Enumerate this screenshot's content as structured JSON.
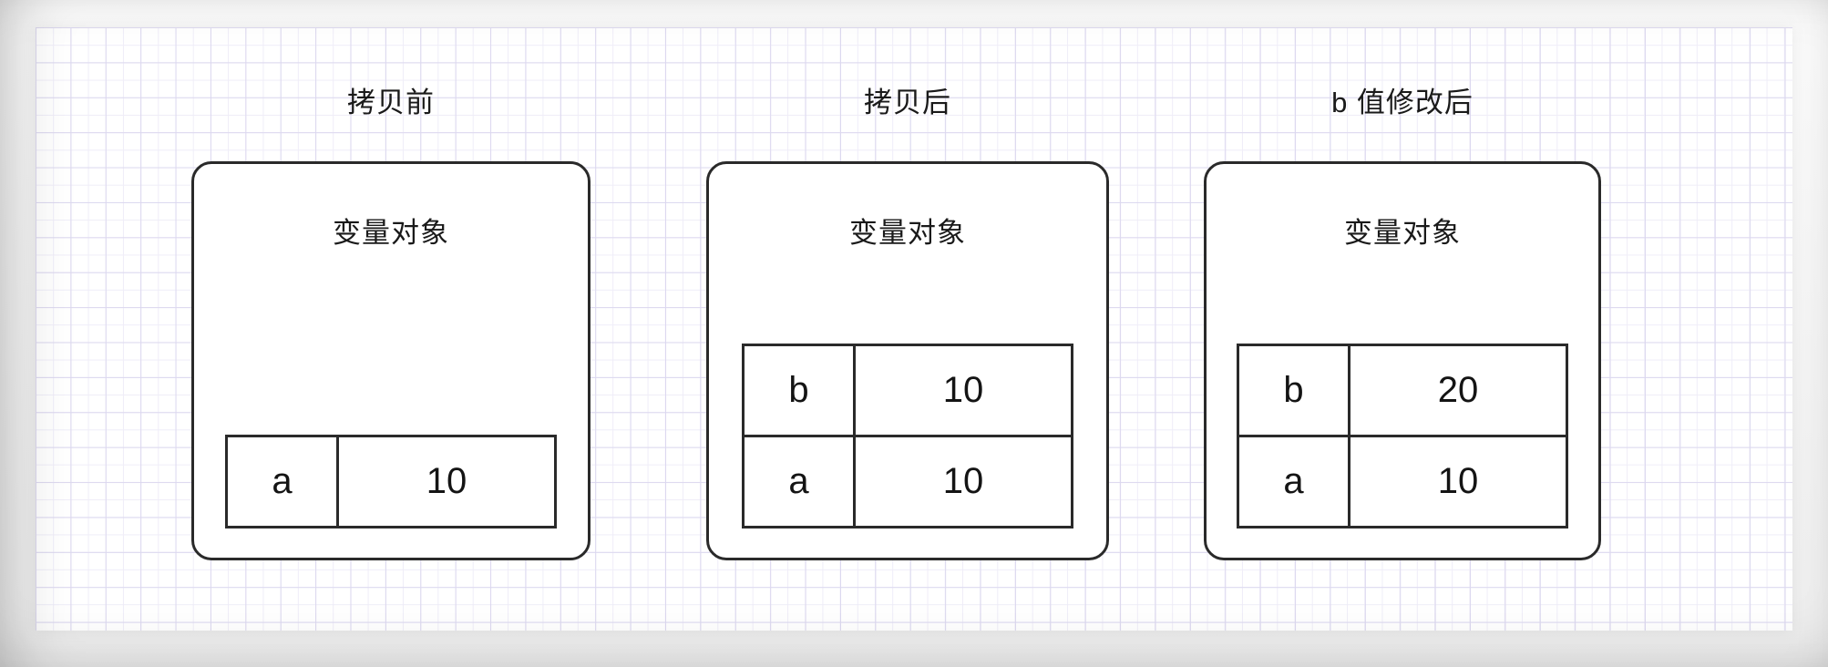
{
  "page": {
    "background": "#f5f5f5",
    "canvas_background": "#ffffff",
    "grid_major_color": "#dcd8ef",
    "grid_minor_color": "#efedf8",
    "shape_border_color": "#2a2a2a",
    "text_color": "#1a1a1a"
  },
  "panels": [
    {
      "title": "拷贝前",
      "container_label": "变量对象",
      "rows": [
        {
          "name": "a",
          "value": "10"
        }
      ]
    },
    {
      "title": "拷贝后",
      "container_label": "变量对象",
      "rows": [
        {
          "name": "b",
          "value": "10"
        },
        {
          "name": "a",
          "value": "10"
        }
      ]
    },
    {
      "title": "b 值修改后",
      "container_label": "变量对象",
      "rows": [
        {
          "name": "b",
          "value": "20"
        },
        {
          "name": "a",
          "value": "10"
        }
      ]
    }
  ]
}
